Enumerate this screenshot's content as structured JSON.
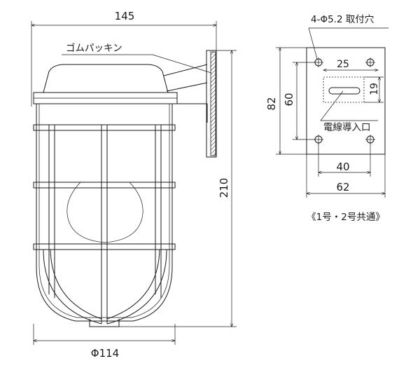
{
  "dimensions": {
    "overall_width": "145",
    "overall_height": "210",
    "base_diameter": "Φ114",
    "plate_height": "82",
    "plate_hole_span_v": "60",
    "plate_hole_span_h_top": "25",
    "slot_height": "19",
    "plate_hole_span_h": "40",
    "plate_width": "62"
  },
  "labels": {
    "gasket": "ゴムパッキン",
    "mounting_holes": "4-Φ5.2 取付穴",
    "cable_entry": "電線導入口",
    "note": "《1号・2号共通》"
  }
}
